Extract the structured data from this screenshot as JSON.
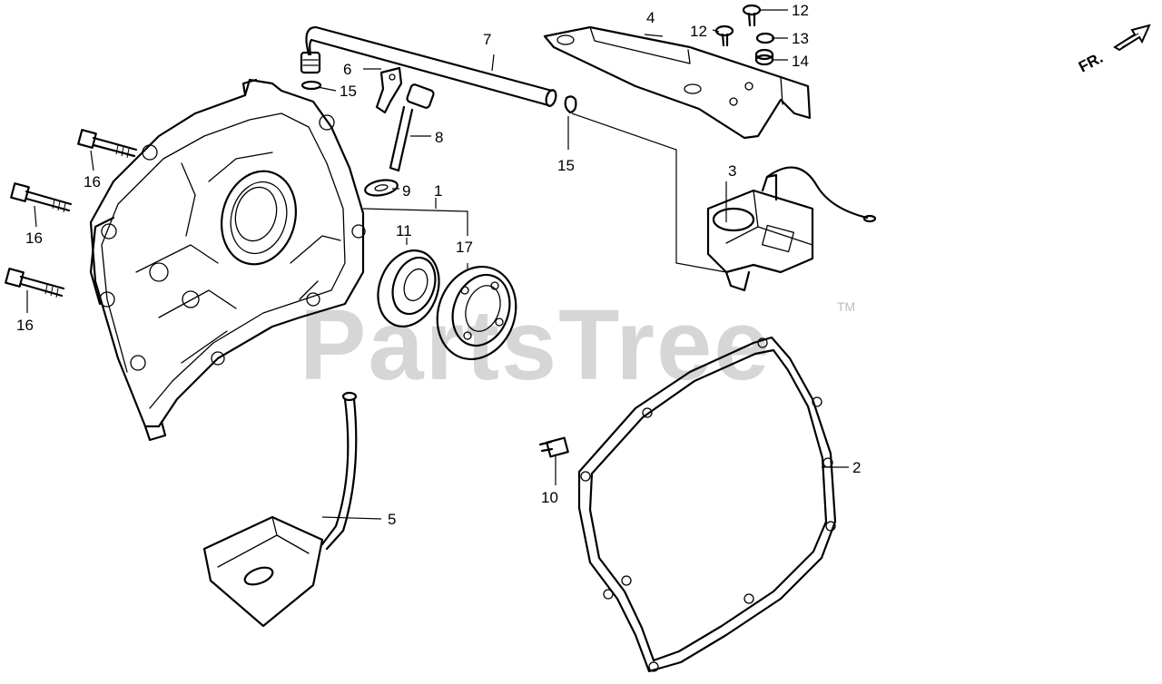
{
  "watermark": {
    "text": "PartsTree",
    "tm": "TM"
  },
  "direction": {
    "label": "FR."
  },
  "callouts": [
    "1",
    "2",
    "3",
    "4",
    "5",
    "6",
    "7",
    "8",
    "9",
    "10",
    "11",
    "12",
    "12",
    "13",
    "14",
    "15",
    "15",
    "16",
    "16",
    "16",
    "17"
  ]
}
